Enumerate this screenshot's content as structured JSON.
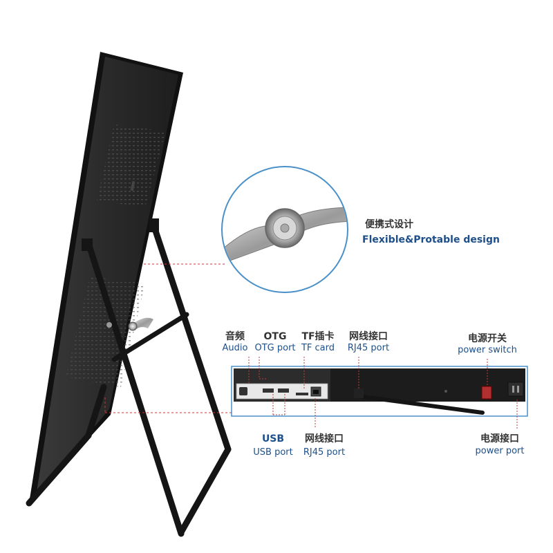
{
  "colors": {
    "frame": "#1c1c1c",
    "panel": "#2a2a2a",
    "accent_line": "#c23b3b",
    "label_blue": "#1d4f8a",
    "label_dark": "#333333",
    "highlight_border": "#4a90c8"
  },
  "callout_hinge": {
    "zh": "便携式设计",
    "en": "Flexible&Protable design"
  },
  "ports_top": [
    {
      "zh": "音频",
      "en": "Audio"
    },
    {
      "zh": "OTG",
      "en": "OTG port"
    },
    {
      "zh": "TF插卡",
      "en": "TF card"
    },
    {
      "zh": "网线接口",
      "en": "RJ45 port"
    },
    {
      "zh": "电源开关",
      "en": "power switch"
    }
  ],
  "ports_bottom": [
    {
      "zh": "USB",
      "en": "USB port"
    },
    {
      "zh": "网线接口",
      "en": "RJ45 port"
    },
    {
      "zh": "电源接口",
      "en": "power port"
    }
  ],
  "icons": [
    "hinge-icon",
    "antenna-icon",
    "rj45-port-icon",
    "usb-port-icon",
    "power-switch-icon",
    "power-socket-icon"
  ]
}
